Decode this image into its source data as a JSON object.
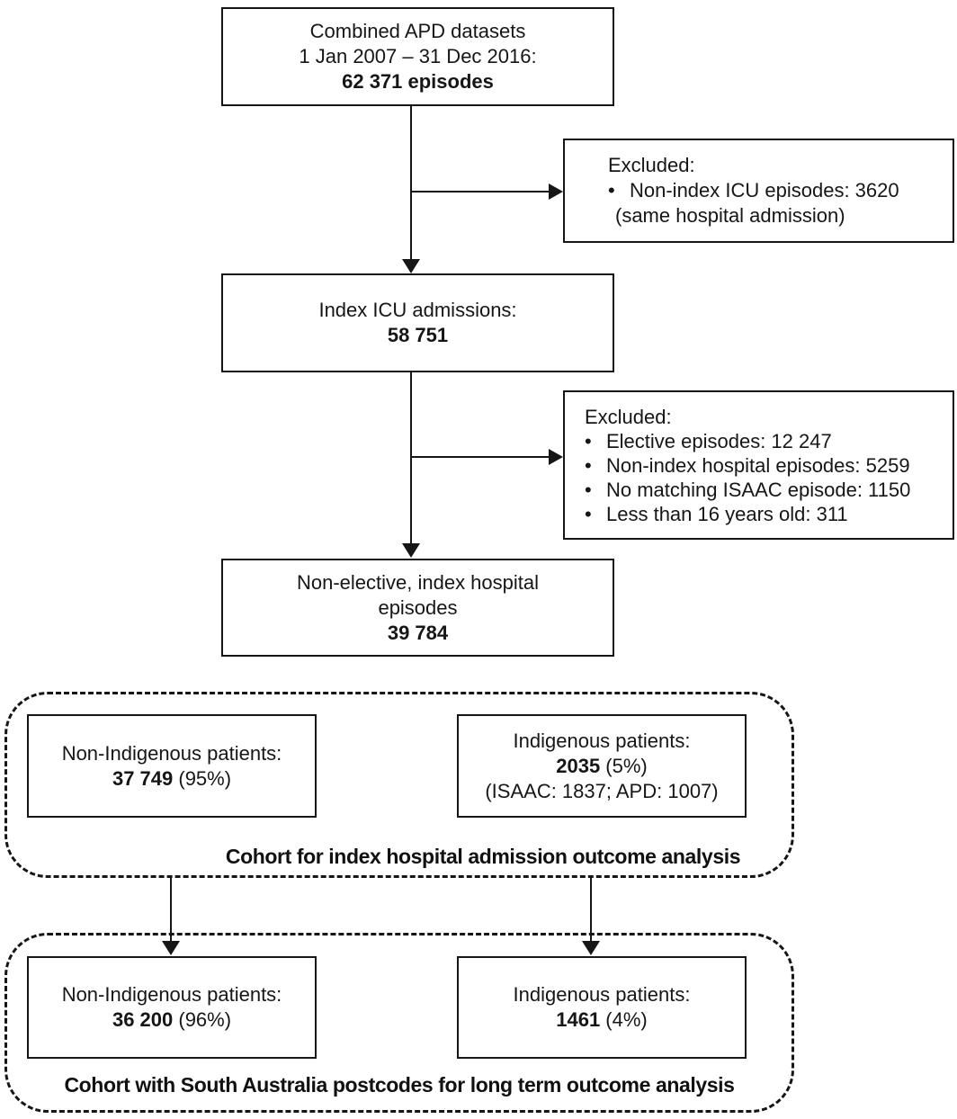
{
  "glyphs": {
    "bullet": "•"
  },
  "colors": {
    "line": "#161616",
    "background": "#ffffff"
  },
  "boxes": {
    "combined": {
      "line1": "Combined APD datasets",
      "line2": "1 Jan 2007 – 31 Dec 2016:",
      "value": "62 371 episodes"
    },
    "excluded_icu": {
      "title": "Excluded:",
      "items": [
        "Non-index ICU episodes: 3620"
      ],
      "continuation": "(same hospital admission)"
    },
    "index_icu": {
      "line1": "Index ICU admissions:",
      "value": "58 751"
    },
    "excluded_nonelective": {
      "title": "Excluded:",
      "items": [
        "Elective episodes: 12 247",
        "Non-index hospital episodes: 5259",
        "No matching ISAAC episode: 1150",
        "Less than 16 years old: 311"
      ]
    },
    "nonelective": {
      "line1": "Non-elective, index hospital",
      "line2": "episodes",
      "value": "39 784"
    },
    "cohort1_left": {
      "label": "Non-Indigenous patients:",
      "value": "37 749",
      "suffix": " (95%)"
    },
    "cohort1_right": {
      "label": "Indigenous patients:",
      "value": "2035",
      "suffix": " (5%)",
      "note": "(ISAAC: 1837; APD: 1007)"
    },
    "cohort2_left": {
      "label": "Non-Indigenous patients:",
      "value": "36 200",
      "suffix": " (96%)"
    },
    "cohort2_right": {
      "label": "Indigenous patients:",
      "value": "1461",
      "suffix": " (4%)"
    }
  },
  "captions": {
    "cohort1": "Cohort for index hospital admission outcome analysis",
    "cohort2": "Cohort with South Australia postcodes for long term outcome analysis"
  }
}
